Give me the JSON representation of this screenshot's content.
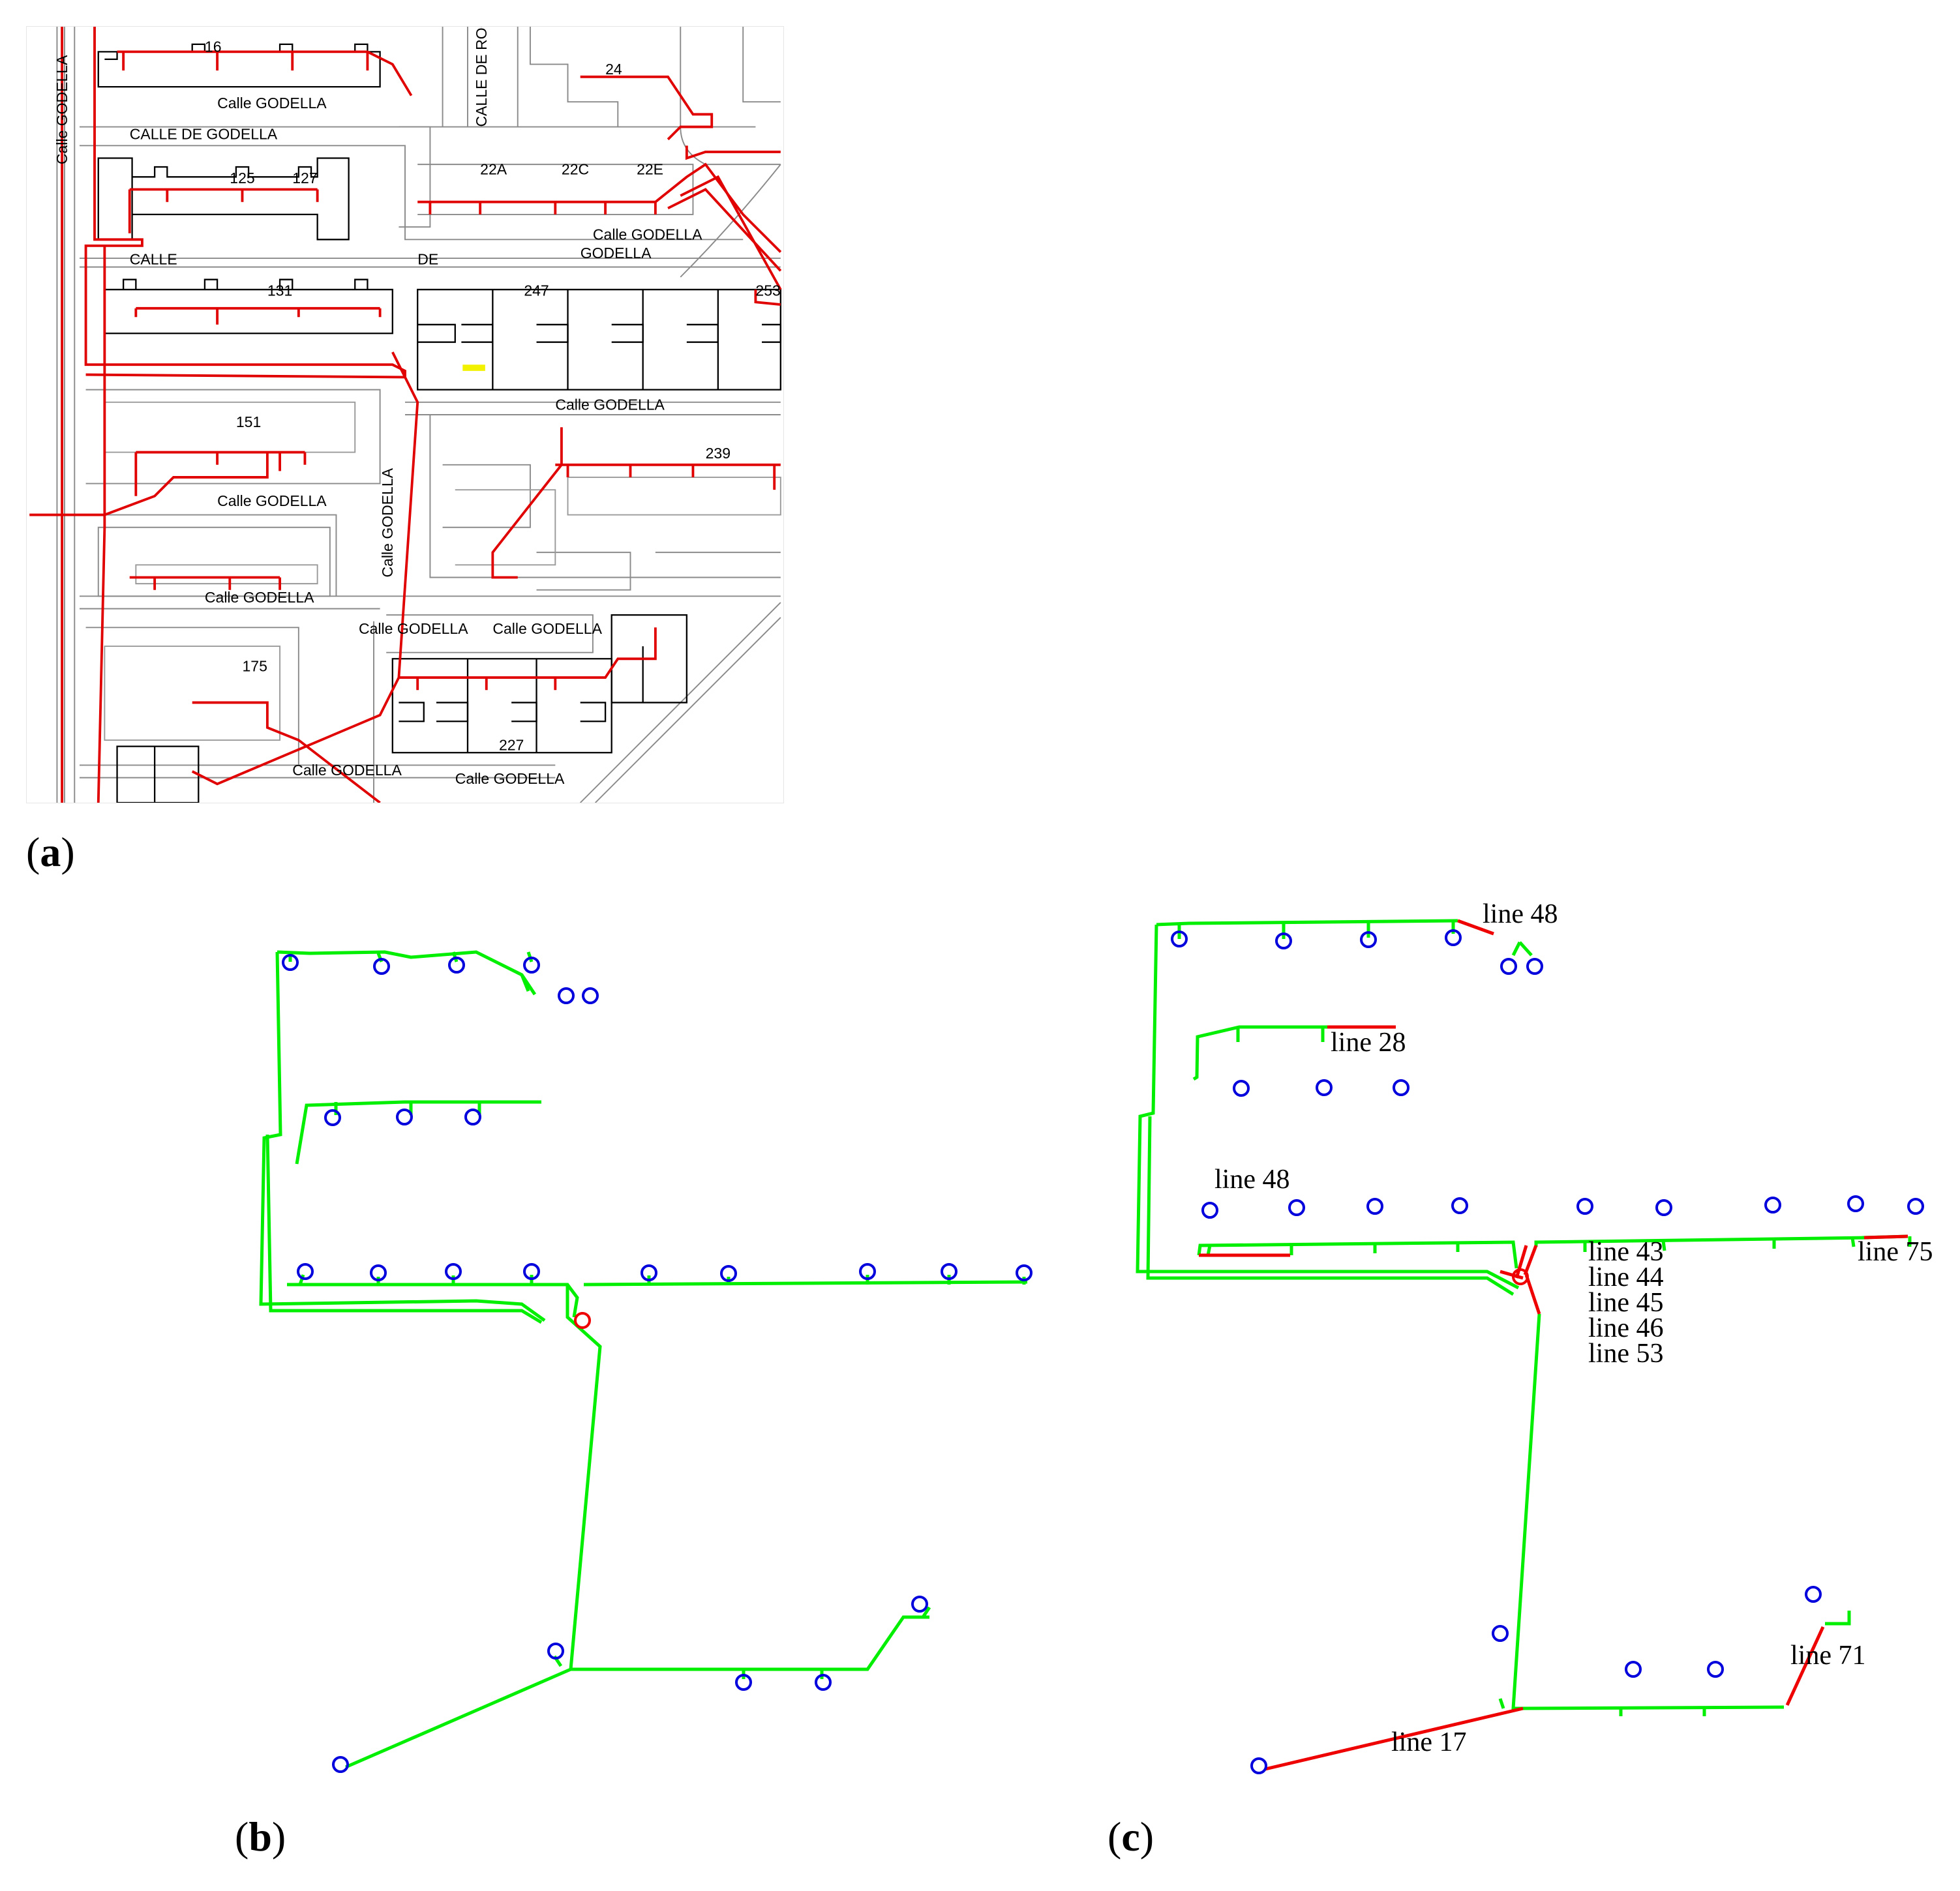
{
  "panels": [
    {
      "id": "a",
      "label": "a"
    },
    {
      "id": "b",
      "label": "b"
    },
    {
      "id": "c",
      "label": "c"
    }
  ],
  "map_labels": [
    "Calle GODELLA",
    "CALLE DE GODELLA",
    "Calle GODELLA",
    "CALLE",
    "DE",
    "GODELLA",
    "Calle GODELLA",
    "Calle GODELLA",
    "Calle GODELLA",
    "Calle GODELLA",
    "Calle GODELLA",
    "Calle GODELLA",
    "Calle GODELLA",
    "Calle GODELLA",
    "Calle GODELLA",
    "CALLE DE ROCAFORT",
    "16",
    "125",
    "127",
    "131",
    "151",
    "175",
    "247",
    "253",
    "239",
    "227",
    "22A",
    "22C",
    "22E",
    "24"
  ],
  "annotations": [
    {
      "text": "line 48"
    },
    {
      "text": "line 28"
    },
    {
      "text": "line 48"
    },
    {
      "text": "line 43"
    },
    {
      "text": "line 44"
    },
    {
      "text": "line 45"
    },
    {
      "text": "line 46"
    },
    {
      "text": "line 53"
    },
    {
      "text": "line 75"
    },
    {
      "text": "line 71"
    },
    {
      "text": "line 17"
    }
  ],
  "colors": {
    "network_line": "#00ee00",
    "fault_line": "#ee0000",
    "node_marker": "#0000dd",
    "source_marker": "#ee0000",
    "map_lines": "#ee0000",
    "map_buildings": "#000000",
    "map_streets": "#808080"
  }
}
